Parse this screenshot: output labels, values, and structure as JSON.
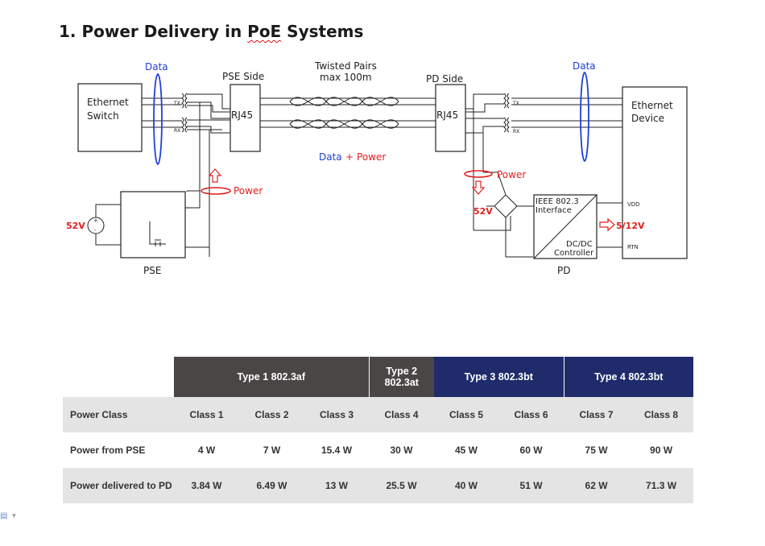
{
  "heading": {
    "number": "1.",
    "before": "Power Delivery in ",
    "marked": "PoE",
    "after": " Systems"
  },
  "diagram": {
    "data_left": "Data",
    "data_right": "Data",
    "pse_side": "PSE Side",
    "pd_side": "PD Side",
    "twisted_line1": "Twisted Pairs",
    "twisted_line2": "max 100m",
    "switch_line1": "Ethernet",
    "switch_line2": "Switch",
    "device_line1": "Ethernet",
    "device_line2": "Device",
    "tx": "TX",
    "rx": "RX",
    "rj45": "RJ45",
    "data_plus": "Data",
    "plus": "+",
    "power_word": "Power",
    "power_left": "Power",
    "power_right": "Power",
    "voltage_left": "52V",
    "voltage_right": "52V",
    "pse_label": "PSE",
    "pd_label": "PD",
    "ieee_line1": "IEEE 802.3",
    "ieee_line2": "Interface",
    "dcdc_line1": "DC/DC",
    "dcdc_line2": "Controller",
    "vdd": "VDD",
    "rtn": "RTN",
    "output_v": "5/12V",
    "colors": {
      "data_blue": "#1f3fd6",
      "power_red": "#e02020",
      "line": "#222222"
    }
  },
  "table": {
    "groups": [
      {
        "label": "Type 1 802.3af"
      },
      {
        "line1": "Type 2",
        "line2": "802.3at"
      },
      {
        "label": "Type 3 802.3bt"
      },
      {
        "label": "Type 4 802.3bt"
      }
    ],
    "rows": [
      {
        "label": "Power Class",
        "cells": [
          "Class 1",
          "Class 2",
          "Class 3",
          "Class 4",
          "Class 5",
          "Class 6",
          "Class 7",
          "Class 8"
        ]
      },
      {
        "label": "Power from PSE",
        "cells": [
          "4 W",
          "7 W",
          "15.4 W",
          "30 W",
          "45 W",
          "60 W",
          "75 W",
          "90 W"
        ]
      },
      {
        "label": "Power delivered to PD",
        "cells": [
          "3.84 W",
          "6.49 W",
          "13 W",
          "25.5 W",
          "40 W",
          "51 W",
          "62 W",
          "71.3 W"
        ]
      }
    ],
    "colors": {
      "dark_header": "#4a4646",
      "navy_header": "#1f2b6b",
      "stripe": "#e4e4e4"
    }
  }
}
